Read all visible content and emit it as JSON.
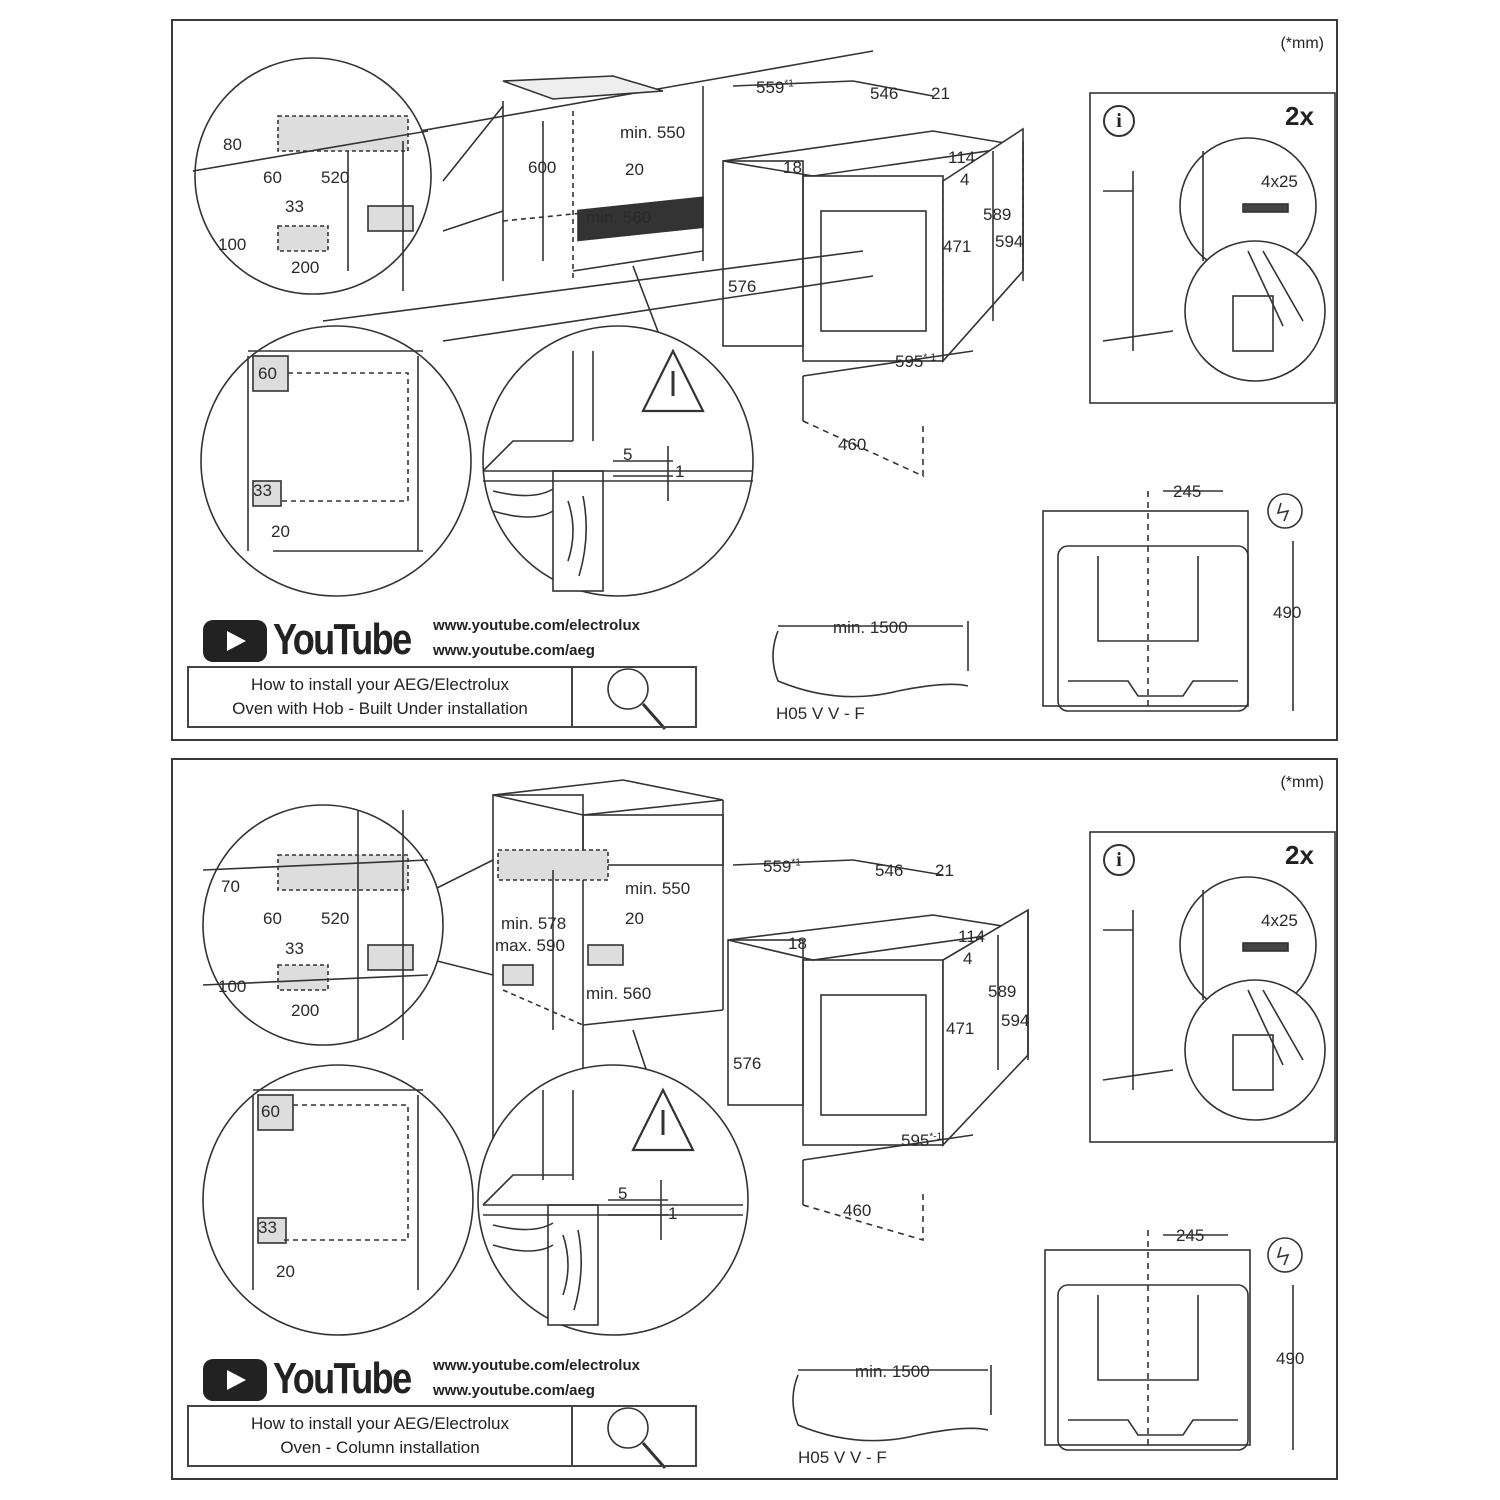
{
  "panels": [
    {
      "unit_note": "(*mm)",
      "cabinet_labels": {
        "height": "600",
        "min_depth": "min. 550",
        "gap": "20",
        "min_width": "min. 560"
      },
      "zoom_socket": {
        "top": "80",
        "offset": "60",
        "depth": "520",
        "socket_gap": "33",
        "socket_height": "100",
        "socket_width": "200"
      },
      "zoom_side": {
        "top": "60",
        "middle": "33",
        "bottom": "20"
      },
      "zoom_step": {
        "a": "5",
        "b": "1"
      },
      "oven_dims": {
        "top_depth": "559",
        "top_depth_sup": "*1",
        "depth": "546",
        "door": "21",
        "inner_top": "18",
        "panel_top": "114",
        "panel_gap": "4",
        "height_inner": "589",
        "height_total": "594",
        "cavity": "471",
        "side": "576",
        "width": "595",
        "width_sup": "*-1",
        "base": "460"
      },
      "info_box": {
        "icon": "i",
        "count": "2x",
        "screw": "4x25"
      },
      "front_view": {
        "socket_offset": "245",
        "height": "490"
      },
      "cable": {
        "length": "min. 1500",
        "type": "H05 V V - F"
      },
      "youtube": {
        "logo_text": "YouTube",
        "urls": [
          "www.youtube.com/electrolux",
          "www.youtube.com/aeg"
        ]
      },
      "howto": {
        "line1": "How to install your AEG/Electrolux",
        "line2": "Oven with Hob - Built Under installation"
      }
    },
    {
      "unit_note": "(*mm)",
      "cabinet_labels": {
        "min_height": "min. 578",
        "max_height": "max. 590",
        "min_depth": "min. 550",
        "gap": "20",
        "min_width": "min. 560"
      },
      "zoom_socket": {
        "top": "70",
        "offset": "60",
        "depth": "520",
        "socket_gap": "33",
        "socket_height": "100",
        "socket_width": "200"
      },
      "zoom_side": {
        "top": "60",
        "middle": "33",
        "bottom": "20"
      },
      "zoom_step": {
        "a": "5",
        "b": "1"
      },
      "oven_dims": {
        "top_depth": "559",
        "top_depth_sup": "*1",
        "depth": "546",
        "door": "21",
        "inner_top": "18",
        "panel_top": "114",
        "panel_gap": "4",
        "height_inner": "589",
        "height_total": "594",
        "cavity": "471",
        "side": "576",
        "width": "595",
        "width_sup": "*-1",
        "base": "460"
      },
      "info_box": {
        "icon": "i",
        "count": "2x",
        "screw": "4x25"
      },
      "front_view": {
        "socket_offset": "245",
        "height": "490"
      },
      "cable": {
        "length": "min. 1500",
        "type": "H05 V V - F"
      },
      "youtube": {
        "logo_text": "YouTube",
        "urls": [
          "www.youtube.com/electrolux",
          "www.youtube.com/aeg"
        ]
      },
      "howto": {
        "line1": "How to install your AEG/Electrolux",
        "line2": "Oven - Column installation"
      }
    }
  ],
  "icons": {
    "warning": "warning-triangle-icon",
    "electric": "electric-bolt-icon",
    "info": "info-icon",
    "search": "magnifier-icon",
    "video": "youtube-play-icon"
  }
}
